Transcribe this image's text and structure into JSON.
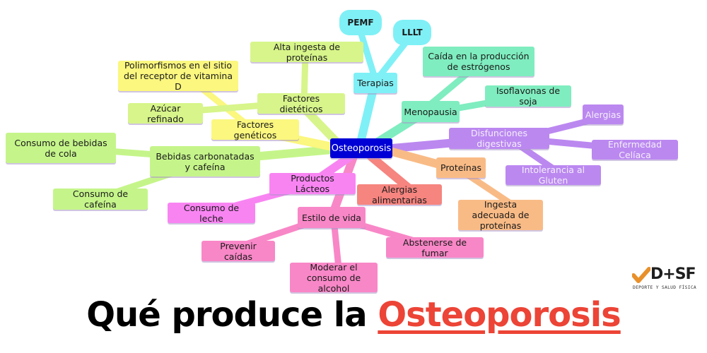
{
  "title": {
    "prefix": "Qué produce la",
    "highlight": "Osteoporosis",
    "highlight_color": "#ec4436"
  },
  "logo": {
    "brand": "D+SF",
    "subtitle": "DEPORTE Y SALUD FÍSICA",
    "mark_color": "#e8902a"
  },
  "mindmap": {
    "center": {
      "label": "Osteoporosis",
      "color": "#0000d6"
    },
    "branches": [
      {
        "label": "Terapias",
        "color": "#7ff0f6",
        "children": [
          "PEMF",
          "LLLT"
        ]
      },
      {
        "label": "Menopausia",
        "color": "#7fedbf",
        "children": [
          "Caída en la producción de estrógenos",
          "Isoflavonas de soja"
        ]
      },
      {
        "label": "Disfunciones digestivas",
        "color": "#bb88f0",
        "children": [
          "Alergias",
          "Enfermedad Celíaca",
          "Intolerancia al Gluten"
        ]
      },
      {
        "label": "Proteínas",
        "color": "#f9bb86",
        "children": [
          "Ingesta adecuada de proteínas"
        ]
      },
      {
        "label": "Alergias alimentarias",
        "color": "#f6847f",
        "children": []
      },
      {
        "label": "Estilo de vida",
        "color": "#f887c7",
        "children": [
          "Prevenir caídas",
          "Moderar el consumo de alcohol",
          "Abstenerse de fumar"
        ]
      },
      {
        "label": "Productos Lácteos",
        "color": "#f884f2",
        "children": [
          "Consumo de leche"
        ]
      },
      {
        "label": "Bebidas carbonatadas y cafeína",
        "color": "#c5f58a",
        "children": [
          "Consumo de bebidas de cola",
          "Consumo de cafeína"
        ]
      },
      {
        "label": "Factores genéticos",
        "color": "#fbf77f",
        "children": [
          "Polimorfismos en el sitio del receptor de vitamina D"
        ]
      },
      {
        "label": "Factores dietéticos",
        "color": "#d7f58a",
        "children": [
          "Alta ingesta de proteínas",
          "Azúcar refinado"
        ]
      }
    ]
  }
}
